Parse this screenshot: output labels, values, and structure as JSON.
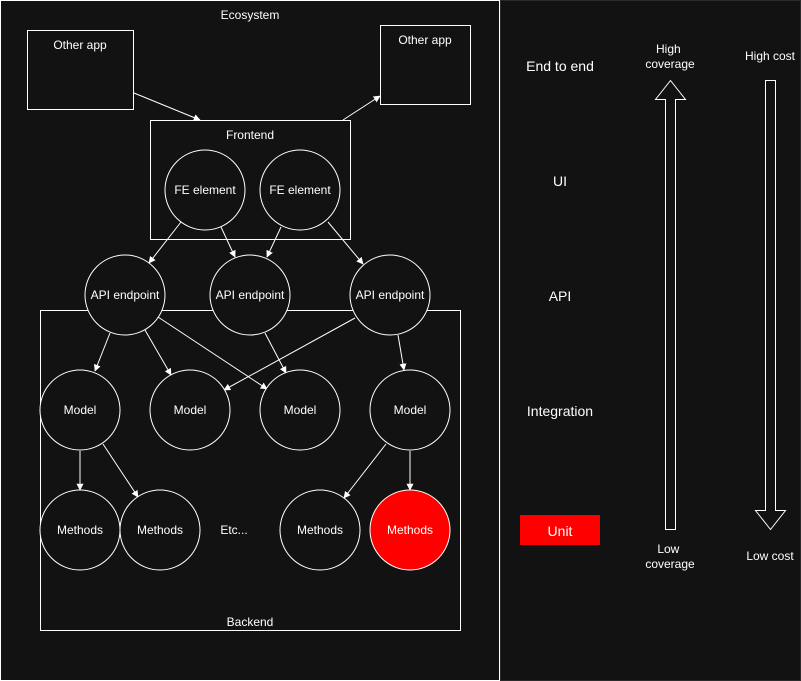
{
  "colors": {
    "background": "#121212",
    "stroke": "#ffffff",
    "text": "#ffffff",
    "highlight": "#ff0000"
  },
  "ecosystem": {
    "label": "Ecosystem"
  },
  "other_apps": [
    "Other app",
    "Other app"
  ],
  "frontend": {
    "label": "Frontend",
    "elements": [
      "FE element",
      "FE element"
    ]
  },
  "api": {
    "endpoints": [
      "API endpoint",
      "API endpoint",
      "API endpoint"
    ]
  },
  "backend": {
    "label": "Backend",
    "models": [
      "Model",
      "Model",
      "Model",
      "Model"
    ],
    "methods": [
      "Methods",
      "Methods",
      "Methods",
      "Methods"
    ],
    "etc": "Etc..."
  },
  "levels": [
    "End to end",
    "UI",
    "API",
    "Integration",
    "Unit"
  ],
  "coverage_scale": {
    "high": "High coverage",
    "low": "Low coverage",
    "direction": "up"
  },
  "cost_scale": {
    "high": "High cost",
    "low": "Low cost",
    "direction": "down"
  },
  "highlighted": {
    "level": "Unit",
    "node": "Methods"
  }
}
